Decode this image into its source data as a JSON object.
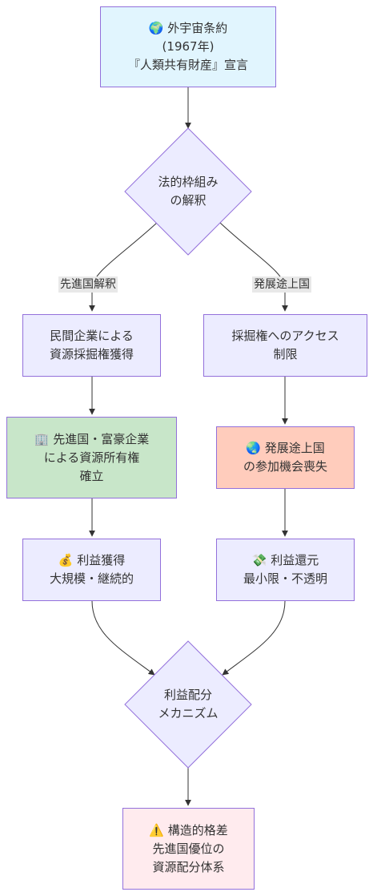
{
  "nodes": {
    "treaty": {
      "lines": [
        "🌍 外宇宙条約",
        "(1967年)",
        "『人類共有財産』宣言"
      ]
    },
    "interpretation": {
      "lines": [
        "法的枠組み",
        "の解釈"
      ]
    },
    "private_acquisition": {
      "lines": [
        "民間企業による",
        "資源採掘権獲得"
      ]
    },
    "access_limit": {
      "lines": [
        "採掘権へのアクセス",
        "制限"
      ]
    },
    "ownership": {
      "lines": [
        "🏢 先進国・富豪企業",
        "による資源所有権",
        "確立"
      ]
    },
    "opportunity_loss": {
      "lines": [
        "🌏 発展途上国",
        "の参加機会喪失"
      ]
    },
    "profit": {
      "lines": [
        "💰 利益獲得",
        "大規模・継続的"
      ]
    },
    "return": {
      "lines": [
        "💸 利益還元",
        "最小限・不透明"
      ]
    },
    "distribution": {
      "lines": [
        "利益配分",
        "メカニズム"
      ]
    },
    "structural_gap": {
      "lines": [
        "⚠️ 構造的格差",
        "先進国優位の",
        "資源配分体系"
      ]
    }
  },
  "edge_labels": {
    "developed": "先進国解釈",
    "developing": "発展途上国"
  },
  "colors": {
    "default_fill": "#ececff",
    "default_stroke": "#9370db",
    "ownership_fill": "#c8e6c9",
    "opportunity_fill": "#ffccbc",
    "treaty_fill": "#e1f5fe",
    "gap_fill": "#ffebee",
    "edge": "#333333"
  }
}
